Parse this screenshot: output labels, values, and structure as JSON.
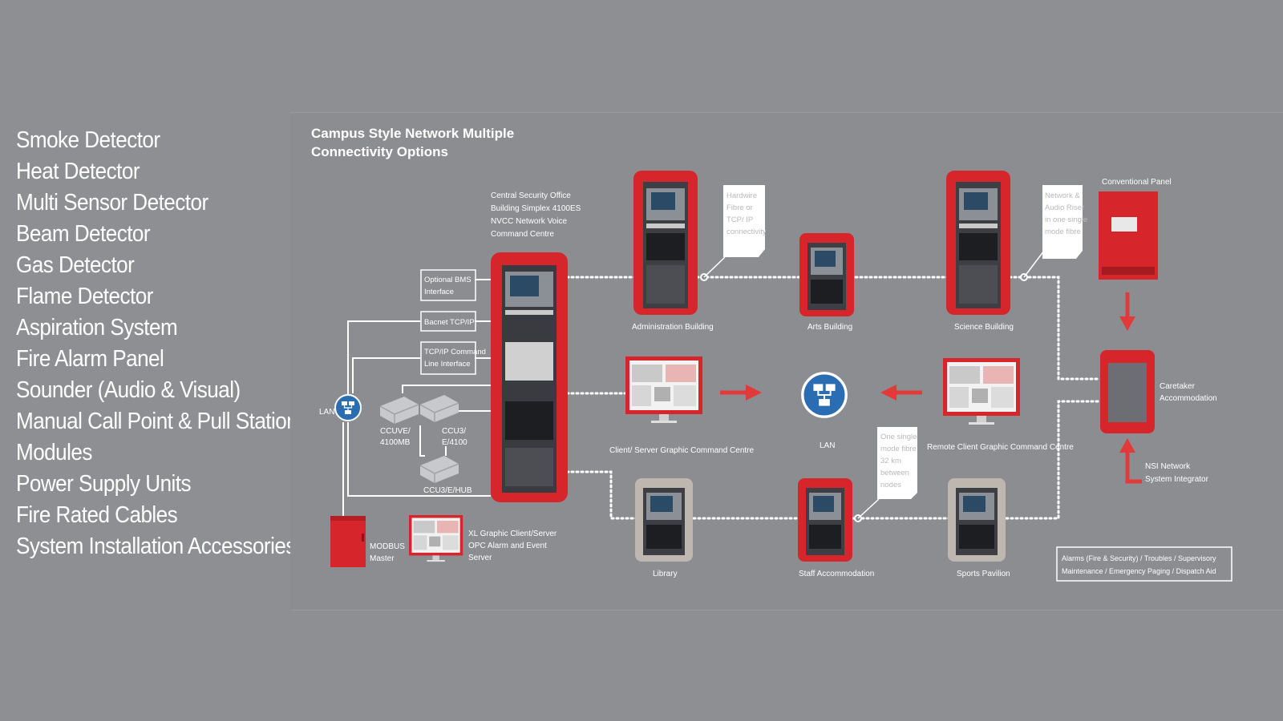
{
  "products": [
    "Smoke Detector",
    "Heat Detector",
    "Multi Sensor Detector",
    "Beam Detector",
    "Gas Detector",
    "Flame Detector",
    "Aspiration System",
    "Fire Alarm Panel",
    "Sounder (Audio & Visual)",
    "Manual Call Point & Pull Station",
    "Modules",
    "Power Supply Units",
    "Fire Rated Cables",
    "System Installation Accessories"
  ],
  "diagram": {
    "title": [
      "Campus Style Network Multiple",
      "Connectivity Options"
    ],
    "central_office": [
      "Central Security Office",
      "Building Simplex 4100ES",
      "NVCC Network Voice",
      "Command Centre"
    ],
    "optional_bms": [
      "Optional BMS",
      "Interface"
    ],
    "bacnet": "Bacnet TCP/IP",
    "tcpip_command": [
      "TCP/IP Command",
      "Line Interface"
    ],
    "lan_left": "LAN",
    "ccuve": [
      "CCUVE/",
      "4100MB"
    ],
    "ccu3_e": [
      "CCU3/",
      "E/4100"
    ],
    "ccu3_hub": "CCU3/E/HUB",
    "modbus": [
      "MODBUS",
      "Master"
    ],
    "xl_graphic": [
      "XL Graphic Client/Server",
      "OPC Alarm and Event",
      "Server"
    ],
    "admin_building": "Administration Building",
    "arts_building": "Arts Building",
    "science_building": "Science Building",
    "conventional_panel": "Conventional Panel",
    "hardwire_note": [
      "Hardwire",
      "Fibre or",
      "TCP/ IP",
      "connectivity"
    ],
    "network_note": [
      "Network &",
      "Audio Riser",
      "in one single",
      "mode fibre"
    ],
    "client_server": "Client/ Server Graphic Command Centre",
    "lan_center": "LAN",
    "remote_client": "Remote Client Graphic Command Centre",
    "caretaker": [
      "Caretaker",
      "Accommodation"
    ],
    "nsi_network": [
      "NSI Network",
      "System Integrator"
    ],
    "fibre_note": [
      "One single",
      "mode fibre",
      "32 km",
      "between",
      "nodes"
    ],
    "library": "Library",
    "staff": "Staff Accommodation",
    "sports": "Sports Pavilion",
    "legend": [
      "Alarms (Fire & Security)  /  Troubles  /  Supervisory",
      "Maintenance  /  Emergency Paging  /  Dispatch Aid"
    ]
  },
  "colors": {
    "background": "#8e8f93",
    "panel_red": "#d6262b",
    "arrow_red": "#e23a3a",
    "text": "#ffffff"
  }
}
